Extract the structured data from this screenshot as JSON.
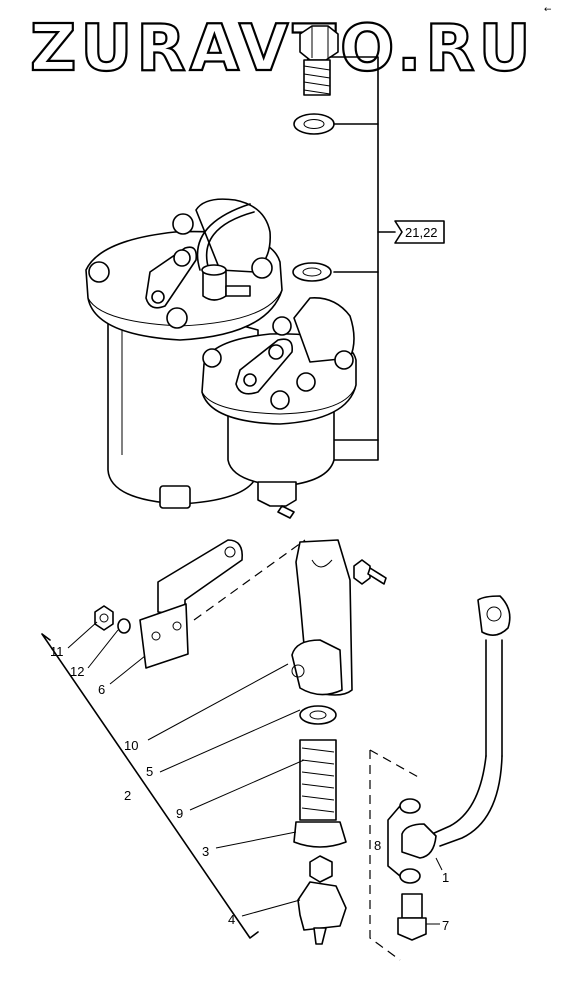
{
  "watermark": "ZURAVTO.RU",
  "corner_mark": "←",
  "ref_label": "21,22",
  "callouts": [
    "11",
    "12",
    "6",
    "10",
    "5",
    "2",
    "9",
    "3",
    "4",
    "8",
    "1",
    "7"
  ]
}
